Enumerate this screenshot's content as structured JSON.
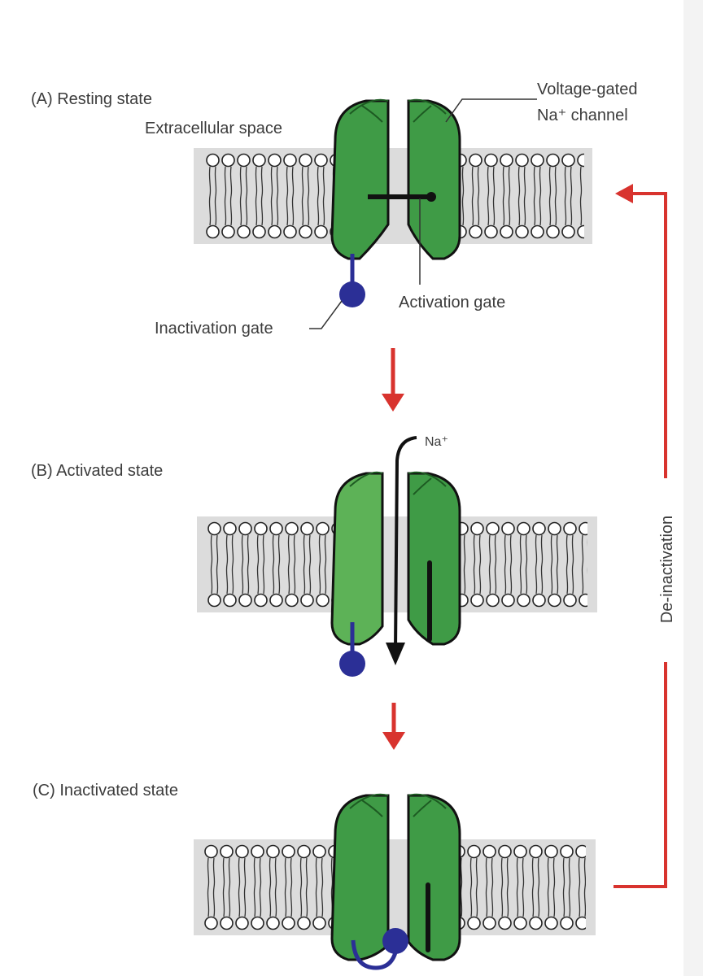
{
  "labels": {
    "resting_state": "(A) Resting state",
    "extracellular_space": "Extracellular space",
    "channel_line1": "Voltage-gated",
    "channel_line2": "Na⁺ channel",
    "activation_gate": "Activation gate",
    "inactivation_gate": "Inactivation gate",
    "activated_state": "(B)  Activated state",
    "na_ion": "Na⁺",
    "inactivated_state": "(C) Inactivated state",
    "de_inactivation": "De-inactivation"
  },
  "colors": {
    "channel_green": "#3f9b46",
    "channel_green_light": "#5db257",
    "membrane_gray": "#dcdcdc",
    "inactivation_blue": "#2b2f96",
    "arrow_red": "#d8332e"
  }
}
